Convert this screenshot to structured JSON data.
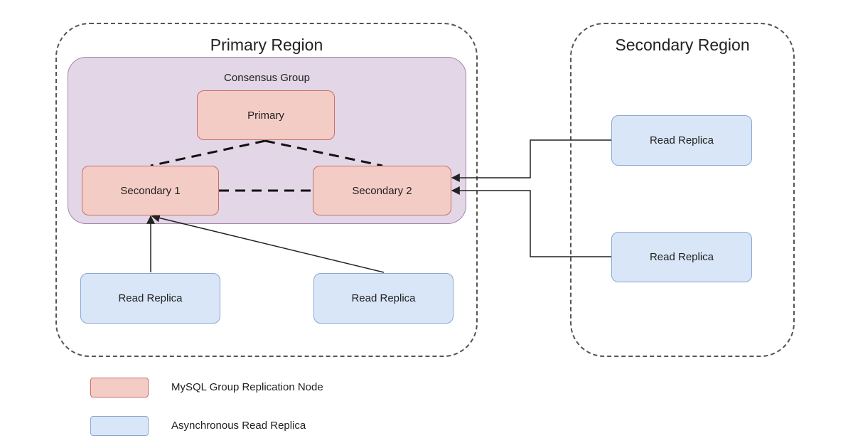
{
  "regions": {
    "primary_title": "Primary Region",
    "secondary_title": "Secondary Region"
  },
  "consensus_group": {
    "title": "Consensus Group"
  },
  "nodes": {
    "primary": "Primary",
    "secondary_1": "Secondary 1",
    "secondary_2": "Secondary 2",
    "read_replica_left": "Read Replica",
    "read_replica_center": "Read Replica",
    "read_replica_secondary_top": "Read Replica",
    "read_replica_secondary_bottom": "Read Replica"
  },
  "legend": {
    "group_replication_label": "MySQL Group Replication Node",
    "async_replica_label": "Asynchronous Read Replica"
  },
  "colors": {
    "group_node_fill": "#f4ccc6",
    "group_node_border": "#c86e67",
    "replica_fill": "#d9e6f7",
    "replica_border": "#8aa7d3",
    "consensus_fill": "#e3d6e6",
    "consensus_border": "#a584ad"
  }
}
